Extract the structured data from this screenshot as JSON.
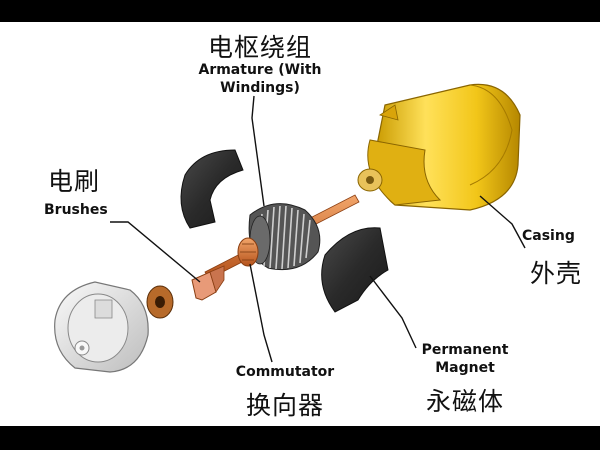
{
  "labels": {
    "armature": {
      "zh": "电枢绕组",
      "en_line1": "Armature (With",
      "en_line2": "Windings)"
    },
    "brushes": {
      "zh": "电刷",
      "en": "Brushes"
    },
    "casing": {
      "zh": "外壳",
      "en": "Casing"
    },
    "commutator": {
      "zh": "换向器",
      "en": "Commutator"
    },
    "magnet": {
      "zh": "永磁体",
      "en_line1": "Permanent",
      "en_line2": "Magnet"
    }
  },
  "colors": {
    "casing_yellow": "#f2cc1a",
    "magnet_dark": "#2c2c2c",
    "copper": "#d97a3a",
    "end_cap_grey": "#e6e6e6",
    "leader_line": "#111111"
  }
}
